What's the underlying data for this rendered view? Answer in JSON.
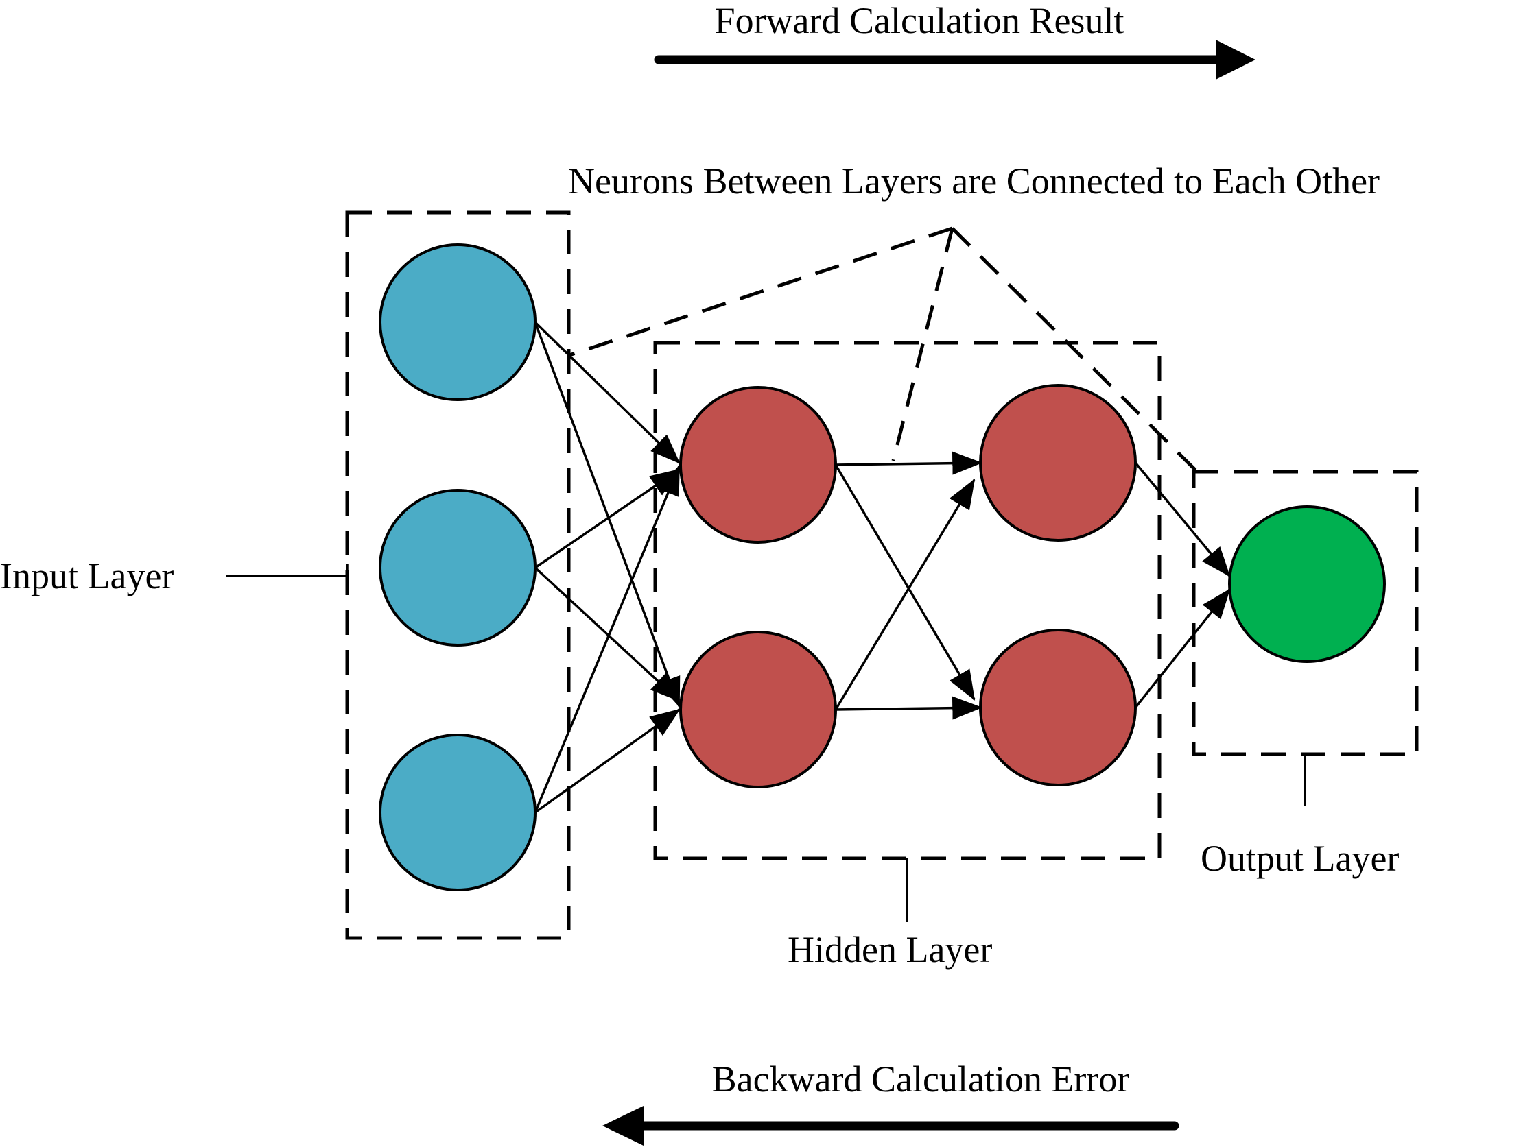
{
  "labels": {
    "forward": "Forward Calculation Result",
    "neurons_connected": "Neurons Between Layers are Connected to Each Other",
    "input_layer": "Input Layer",
    "hidden_layer": "Hidden Layer",
    "output_layer": "Output Layer",
    "backward": "Backward Calculation Error"
  },
  "colors": {
    "input_node": "#4BACC6",
    "hidden_node": "#C0504D",
    "output_node": "#00B050",
    "stroke": "#000000"
  },
  "layers": {
    "input": {
      "node_count": 3
    },
    "hidden_1": {
      "node_count": 2
    },
    "hidden_2": {
      "node_count": 2
    },
    "output": {
      "node_count": 1
    }
  }
}
